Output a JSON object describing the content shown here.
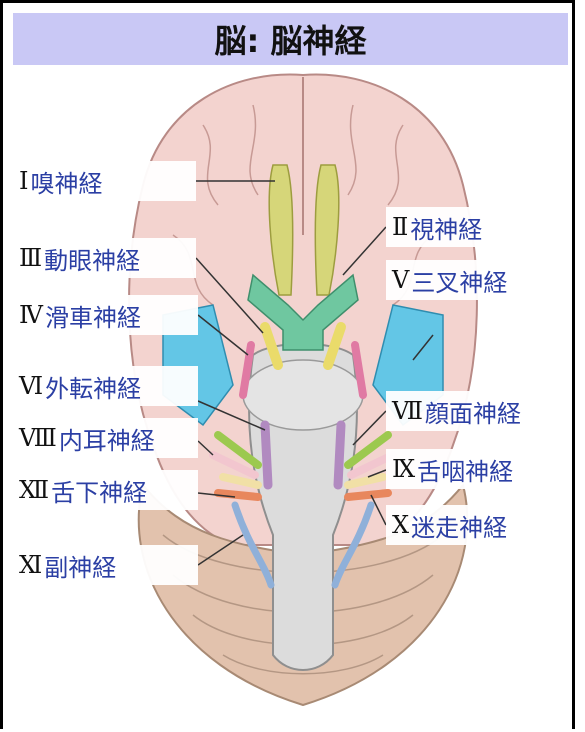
{
  "title": "脳: 脳神経",
  "labels": {
    "olfactory": {
      "num": "Ⅰ",
      "name": "嗅神経"
    },
    "optic": {
      "num": "Ⅱ",
      "name": "視神経"
    },
    "oculomotor": {
      "num": "Ⅲ",
      "name": "動眼神経"
    },
    "trigeminal": {
      "num": "Ⅴ",
      "name": "三叉神経"
    },
    "trochlear": {
      "num": "Ⅳ",
      "name": "滑車神経"
    },
    "abducens": {
      "num": "Ⅵ",
      "name": "外転神経"
    },
    "facial": {
      "num": "Ⅶ",
      "name": "顔面神経"
    },
    "vestibulocochlear": {
      "num": "Ⅷ",
      "name": "内耳神経"
    },
    "glossopharyngeal": {
      "num": "Ⅸ",
      "name": "舌咽神経"
    },
    "hypoglossal": {
      "num": "Ⅻ",
      "name": "舌下神経"
    },
    "vagus": {
      "num": "Ⅹ",
      "name": "迷走神経"
    },
    "accessory": {
      "num": "Ⅺ",
      "name": "副神経"
    }
  },
  "colors": {
    "title_bg": "#c9c8f5",
    "brain": "#f3d3cf",
    "cerebellum": "#e2c2ad",
    "olfactory": "#d6d679",
    "optic": "#6fc7a0",
    "oculomotor": "#eadb6a",
    "trigeminal": "#63c6e6",
    "trochlear": "#e07aa3",
    "abducens": "#b18ac0",
    "facial": "#9cc94f",
    "vestibulocochlear": "#f2c6cf",
    "glossopharyngeal": "#f1e0a6",
    "vagus": "#e8875d",
    "accessory": "#8fb0d9",
    "label_text": "#2b3fa4"
  }
}
